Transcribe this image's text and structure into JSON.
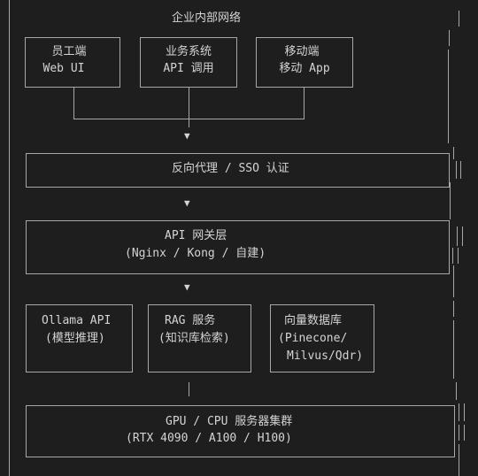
{
  "diagram": {
    "title": "企业内部网络",
    "clients": [
      {
        "line1": "员工端",
        "line2": "Web UI"
      },
      {
        "line1": "业务系统",
        "line2": "API 调用"
      },
      {
        "line1": "移动端",
        "line2": "移动 App"
      }
    ],
    "proxy": {
      "label": "反向代理 / SSO 认证"
    },
    "gateway": {
      "line1": "API 网关层",
      "line2": "(Nginx / Kong / 自建)"
    },
    "services": [
      {
        "line1": "Ollama API",
        "line2": "(模型推理)",
        "line3": ""
      },
      {
        "line1": "RAG 服务",
        "line2": "(知识库检索)",
        "line3": ""
      },
      {
        "line1": "向量数据库",
        "line2": "(Pinecone/",
        "line3": "Milvus/Qdr)"
      }
    ],
    "cluster": {
      "line1": "GPU / CPU 服务器集群",
      "line2": "(RTX 4090 / A100 / H100)"
    },
    "arrow_glyph": "▼"
  }
}
